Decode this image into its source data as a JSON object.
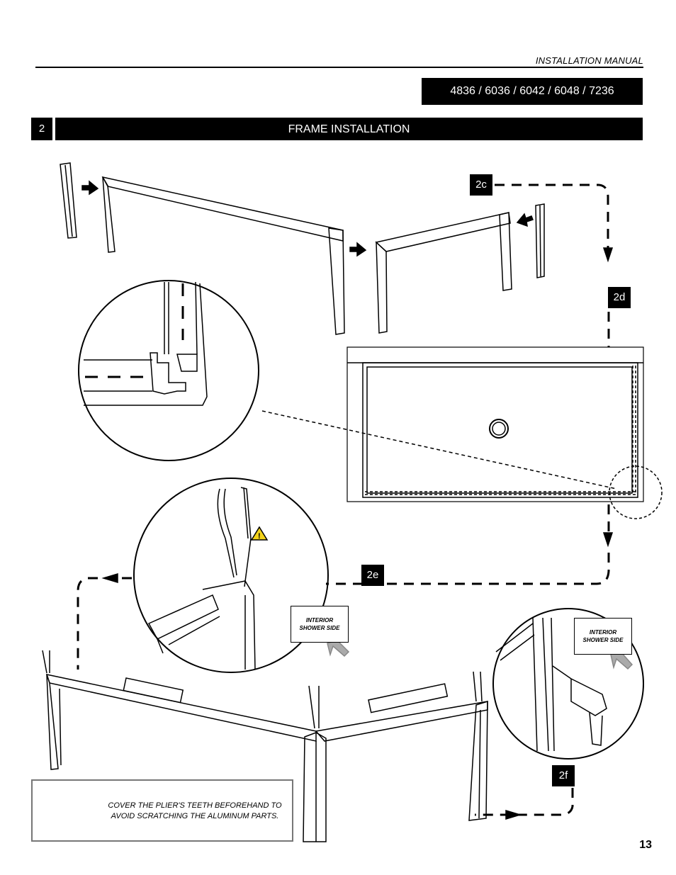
{
  "header": {
    "manual_title": "INSTALLATION MANUAL",
    "models": "4836 / 6036  / 6042 / 6048 / 7236"
  },
  "section": {
    "step_number": "2",
    "title": "FRAME INSTALLATION"
  },
  "steps": {
    "c": "2c",
    "d": "2d",
    "e": "2e",
    "f": "2f"
  },
  "labels": {
    "interior_line1": "INTERIOR",
    "interior_line2": "SHOWER SIDE"
  },
  "warning": {
    "text": "COVER THE PLIER'S TEETH BEFOREHAND TO AVOID SCRATCHING THE ALUMINUM PARTS.",
    "icon": "warning-triangle-icon",
    "icon_color": "#f2d21a"
  },
  "footer": {
    "page_number": "13"
  }
}
